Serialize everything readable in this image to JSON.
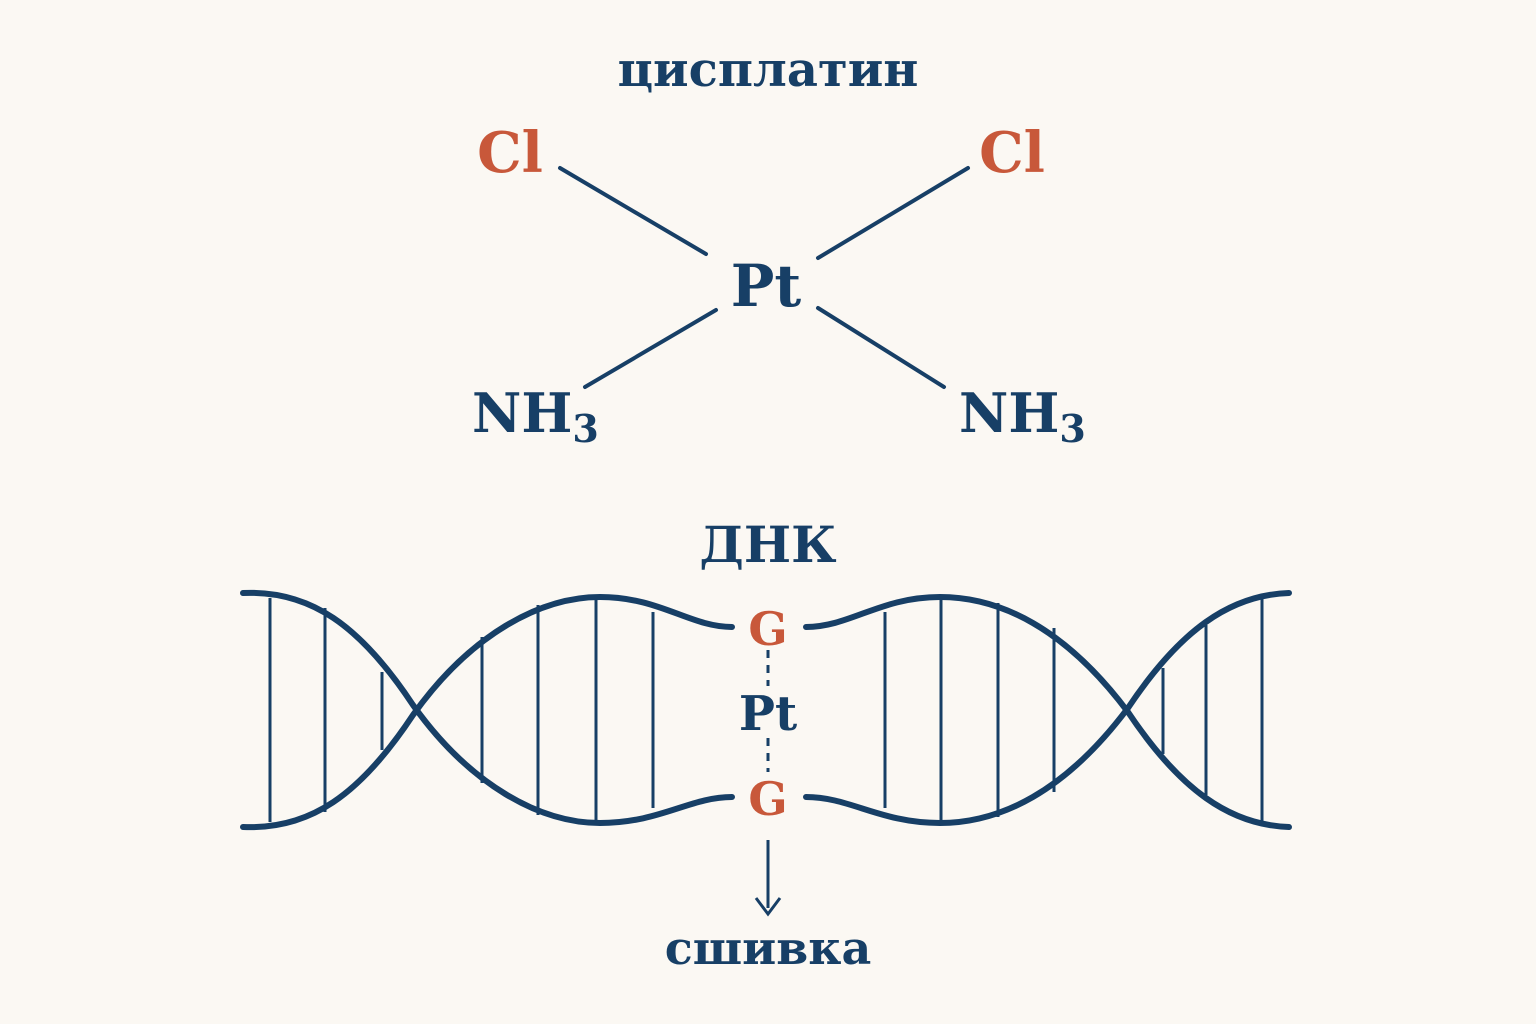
{
  "colors": {
    "background": "#fbf8f3",
    "primary": "#173f66",
    "accent": "#c8583a"
  },
  "cisplatin": {
    "title": "цисплатин",
    "center_atom": "Pt",
    "ligand_top_left": "Cl",
    "ligand_top_right": "Cl",
    "ligand_bottom_left": {
      "base": "NH",
      "sub": "3"
    },
    "ligand_bottom_right": {
      "base": "NH",
      "sub": "3"
    }
  },
  "dna": {
    "title": "ДНК",
    "base_top": "G",
    "base_bottom": "G",
    "crosslink_atom": "Pt",
    "result_label": "сшивка"
  }
}
